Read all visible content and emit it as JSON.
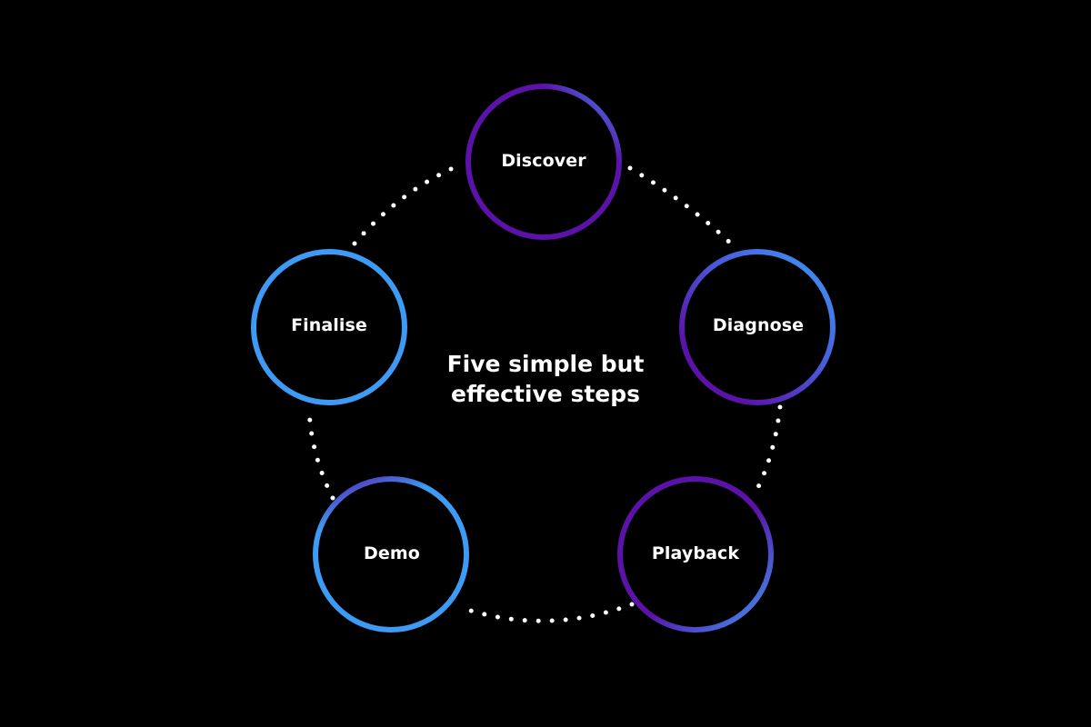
{
  "diagram": {
    "title_lines": [
      "Five simple but",
      "effective steps"
    ],
    "steps": [
      {
        "label": "Discover"
      },
      {
        "label": "Diagnose"
      },
      {
        "label": "Playback"
      },
      {
        "label": "Demo"
      },
      {
        "label": "Finalise"
      }
    ]
  },
  "colors": {
    "background": "#000000",
    "ring_blue": "#3d9bf5",
    "ring_purple": "#5b12a8",
    "dots": "#ffffff",
    "text": "#ffffff"
  }
}
